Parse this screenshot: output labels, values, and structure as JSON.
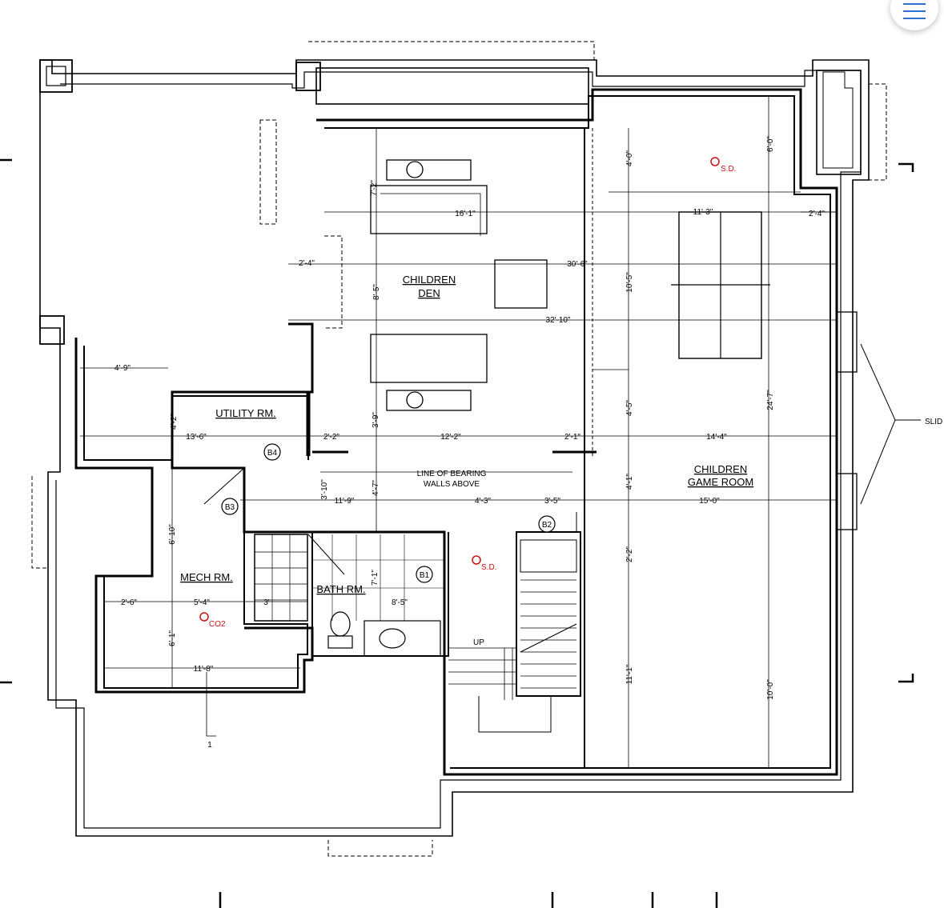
{
  "menu": {
    "icon": "hamburger-menu-icon",
    "accent": "#2f6fd1"
  },
  "rooms": {
    "den_line1": "CHILDREN",
    "den_line2": "DEN",
    "game_line1": "CHILDREN",
    "game_line2": "GAME ROOM",
    "utility": "UTILITY RM.",
    "mech": "MECH RM.",
    "bath": "BATH RM."
  },
  "notes": {
    "bearing_line1": "LINE OF BEARING",
    "bearing_line2": "WALLS ABOVE",
    "up": "UP",
    "slider": "SLID",
    "section_mark": "1"
  },
  "tags": {
    "b1": "B1",
    "b2": "B2",
    "b3": "B3",
    "b4": "B4"
  },
  "devices": {
    "sd1": "S.D.",
    "sd2": "S.D.",
    "co2": "CO2",
    "device_color": "#cc1111"
  },
  "dims": {
    "d_7_2": "7'-2\"",
    "d_16_1": "16'-1\"",
    "d_2_4_left": "2'-4\"",
    "d_30_6": "30'-6\"",
    "d_8_5_v": "8'-5\"",
    "d_32_10": "32'-10\"",
    "d_3_9": "3'-9\"",
    "d_4_9_h": "4'-9\"",
    "d_4_2_v": "4'-2\"",
    "d_13_6": "13'-6\"",
    "d_2_2_h": "2'-2\"",
    "d_12_2": "12'-2\"",
    "d_2_1": "2'-1\"",
    "d_14_4": "14'-4\"",
    "d_4_0_v": "4'-0\"",
    "d_11_3": "11'-3\"",
    "d_2_4_right": "2'-4\"",
    "d_6_0": "6'-0\"",
    "d_10_5": "10'-5\"",
    "d_24_7": "24'-7\"",
    "d_4_5_v": "4'-5\"",
    "d_3_10": "3'-10\"",
    "d_11_9": "11'-9\"",
    "d_4_3": "4'-3\"",
    "d_3_5": "3'-5\"",
    "d_15_0": "15'-0\"",
    "d_4_7": "4'-7\"",
    "d_4_1": "4'-1\"",
    "d_2_2_v": "2'-2\"",
    "d_6_10": "6'-10\"",
    "d_7_1": "7'-1\"",
    "d_2_6": "2'-6\"",
    "d_5_4": "5'-4\"",
    "d_3": "3'",
    "d_8_5_h": "8'-5\"",
    "d_6_1": "6'-1\"",
    "d_11_8": "11'-8\"",
    "d_11_1": "11'-1\"",
    "d_10_0": "10'-0\""
  }
}
